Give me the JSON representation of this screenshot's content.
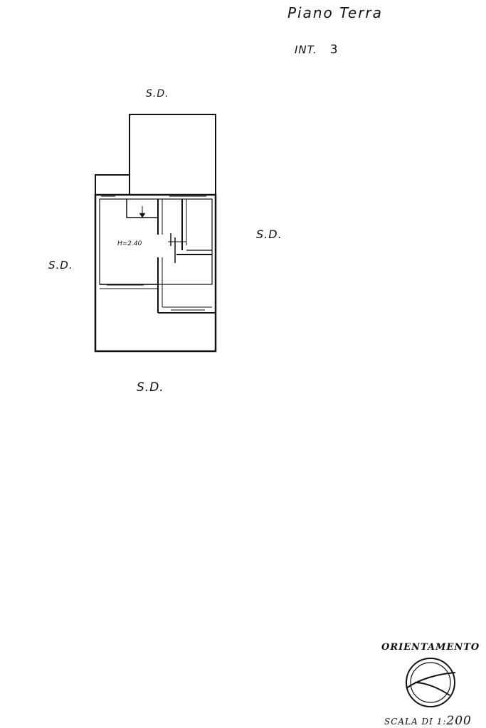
{
  "header": {
    "title": "Piano Terra",
    "unit_label": "INT.",
    "unit_number": "3"
  },
  "plan": {
    "room_label": "H=2.40",
    "neighbor_top": "S.D.",
    "neighbor_right": "S.D.",
    "neighbor_left": "S.D.",
    "neighbor_bottom": "S.D."
  },
  "footer": {
    "orientation_label": "ORIENTAMENTO",
    "scale_prefix": "SCALA DI 1:",
    "scale_value": "200"
  },
  "colors": {
    "ink": "#111111",
    "paper": "#ffffff"
  }
}
